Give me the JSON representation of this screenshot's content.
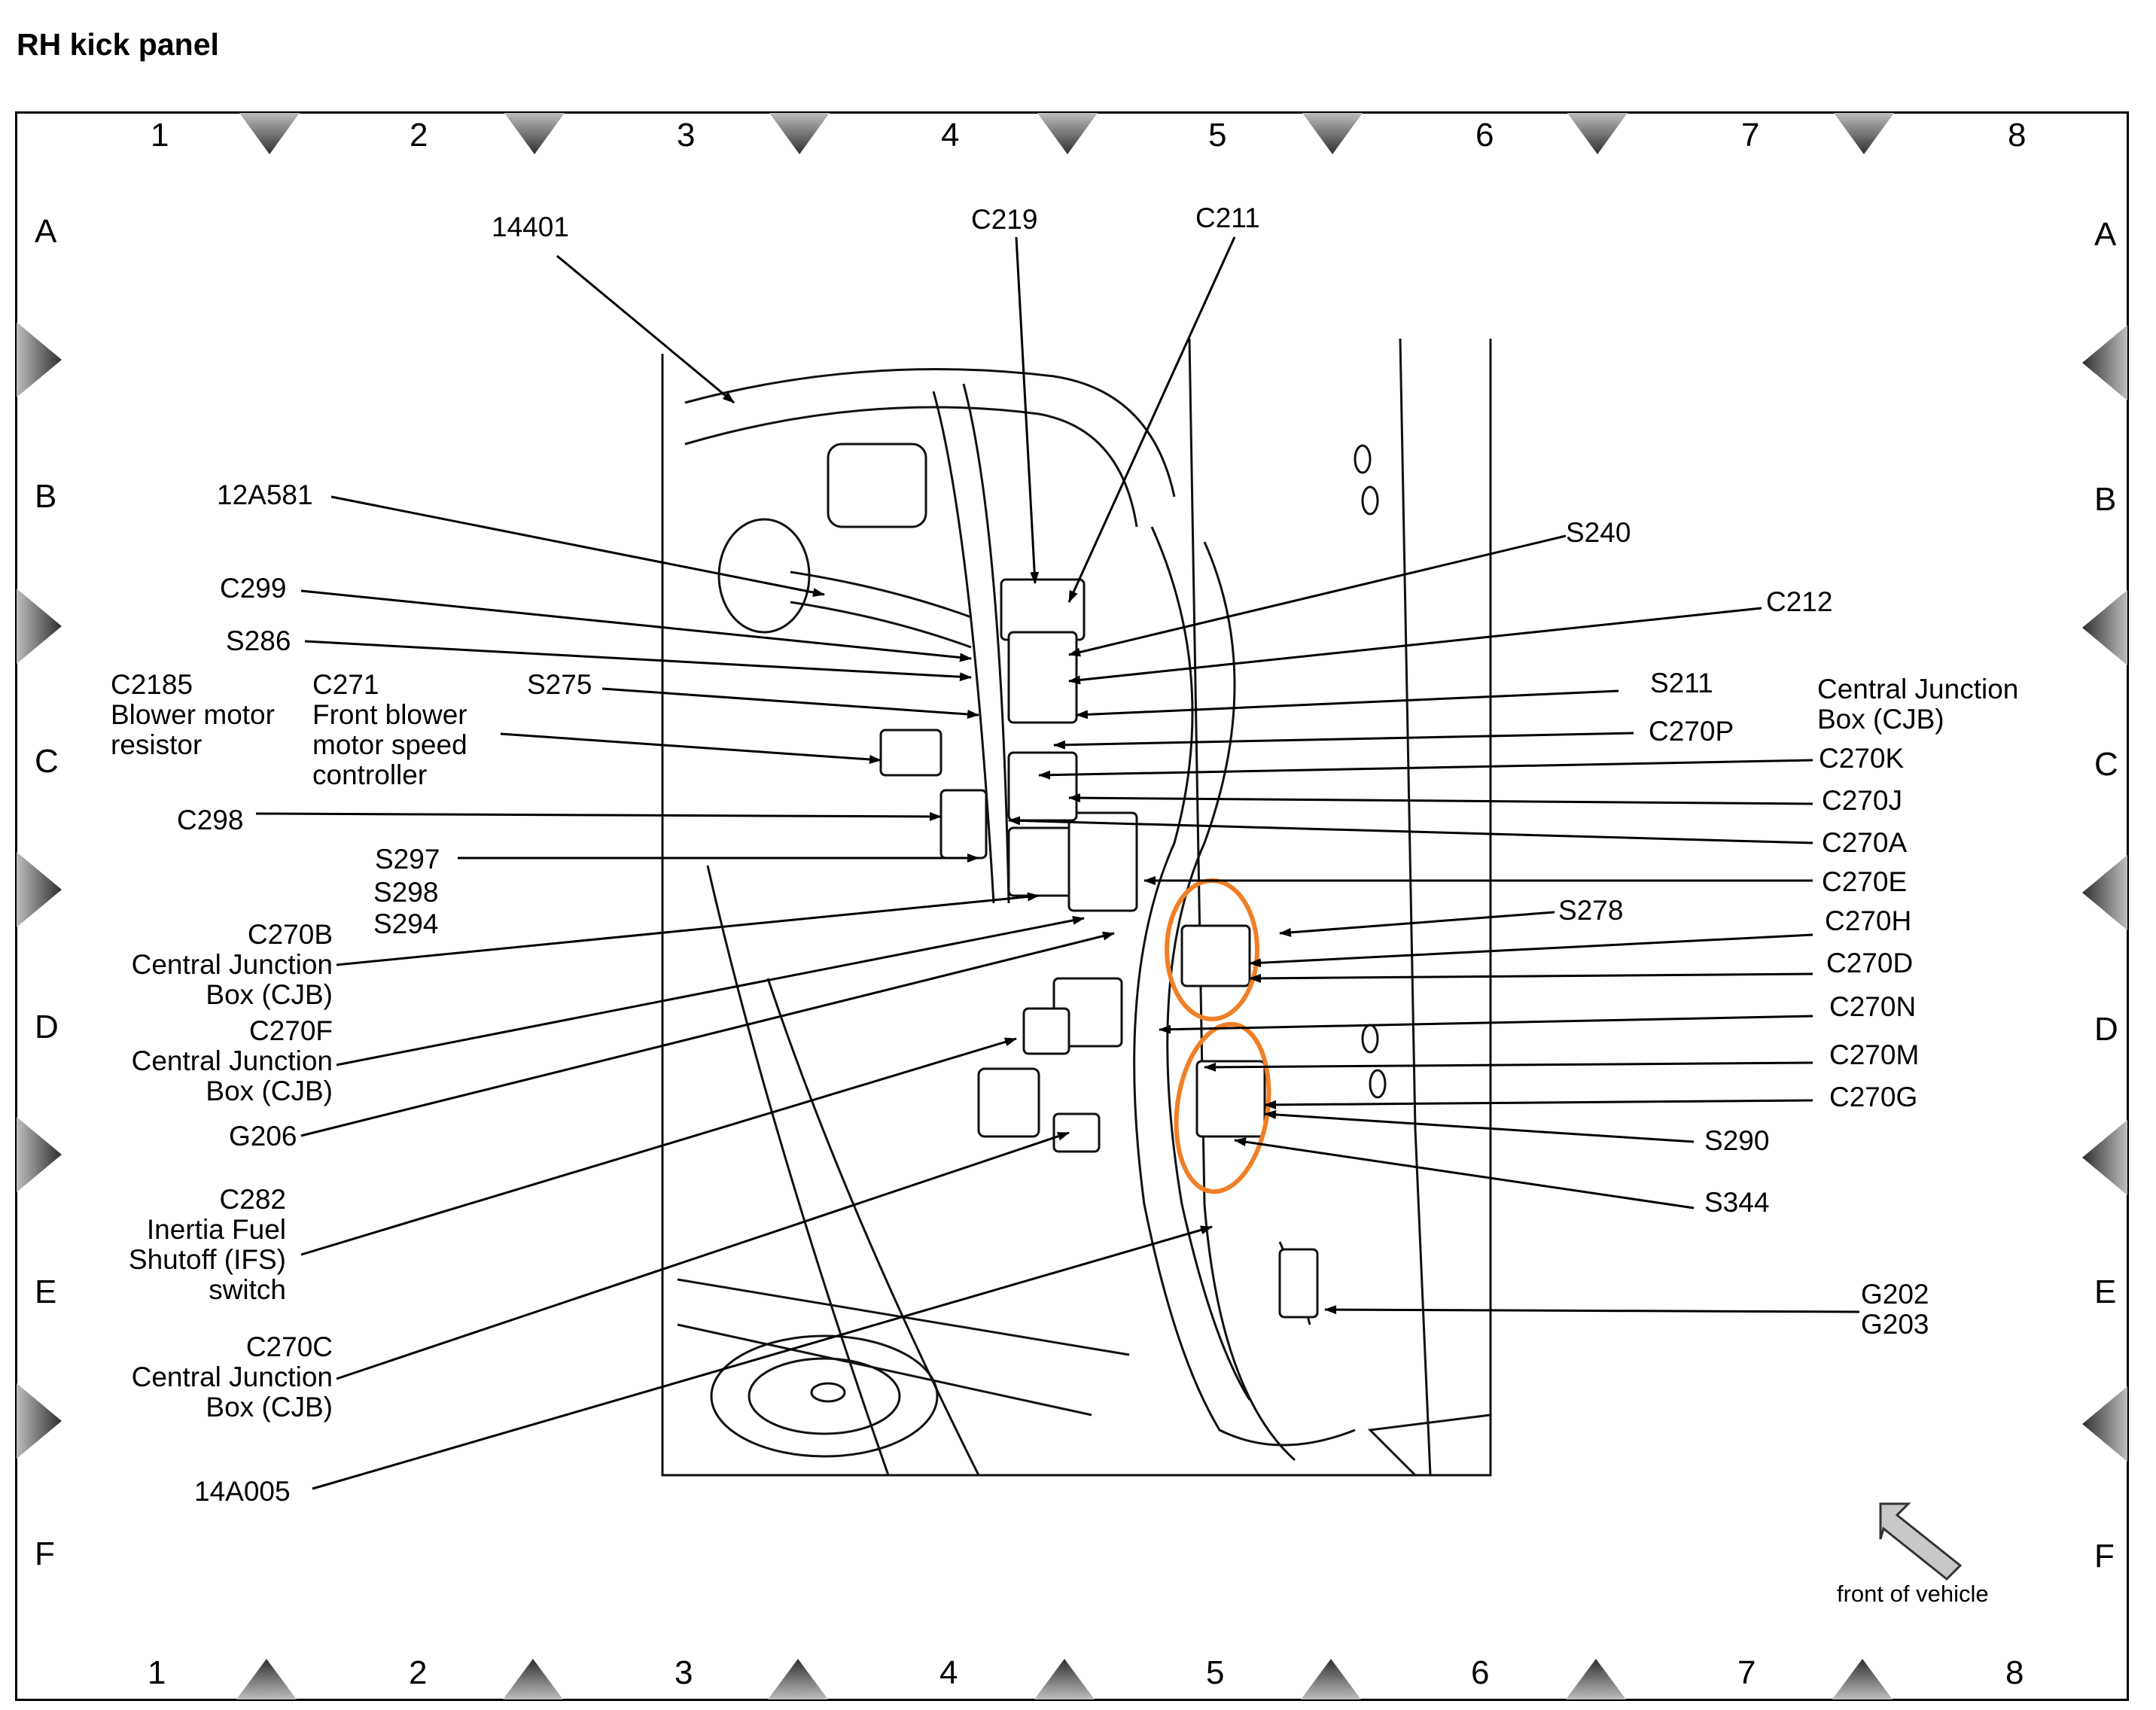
{
  "title": "RH kick panel",
  "grid": {
    "columns": [
      "1",
      "2",
      "3",
      "4",
      "5",
      "6",
      "7",
      "8"
    ],
    "rows": [
      "A",
      "B",
      "C",
      "D",
      "E",
      "F"
    ]
  },
  "labels": {
    "l14401": "14401",
    "c219": "C219",
    "c211": "C211",
    "l12a581": "12A581",
    "c299": "C299",
    "s286": "S286",
    "c2185": "C2185",
    "c2185_desc1": "Blower motor",
    "c2185_desc2": "resistor",
    "c271": "C271",
    "c271_desc1": "Front blower",
    "c271_desc2": "motor speed",
    "c271_desc3": "controller",
    "s275": "S275",
    "c298": "C298",
    "s297": "S297",
    "s298": "S298",
    "s294": "S294",
    "c270b": "C270B",
    "cjb_1": "Central Junction",
    "cjb_2": "Box (CJB)",
    "c270f": "C270F",
    "g206": "G206",
    "c282": "C282",
    "c282_desc1": "Inertia Fuel",
    "c282_desc2": "Shutoff (IFS)",
    "c282_desc3": "switch",
    "c270c": "C270C",
    "l14a005": "14A005",
    "s240": "S240",
    "c212": "C212",
    "s211": "S211",
    "c270p": "C270P",
    "cjb_right_1": "Central Junction",
    "cjb_right_2": "Box (CJB)",
    "c270k": "C270K",
    "c270j": "C270J",
    "c270a": "C270A",
    "c270e": "C270E",
    "s278": "S278",
    "c270h": "C270H",
    "c270d": "C270D",
    "c270n": "C270N",
    "c270m": "C270M",
    "c270g": "C270G",
    "s290": "S290",
    "s344": "S344",
    "g202": "G202",
    "g203": "G203"
  },
  "front_label": "front of vehicle",
  "highlight_color": "#f07f26",
  "diagram_icon": "wiring-harness-illustration",
  "arrow_icon": "front-of-vehicle-arrow-icon"
}
